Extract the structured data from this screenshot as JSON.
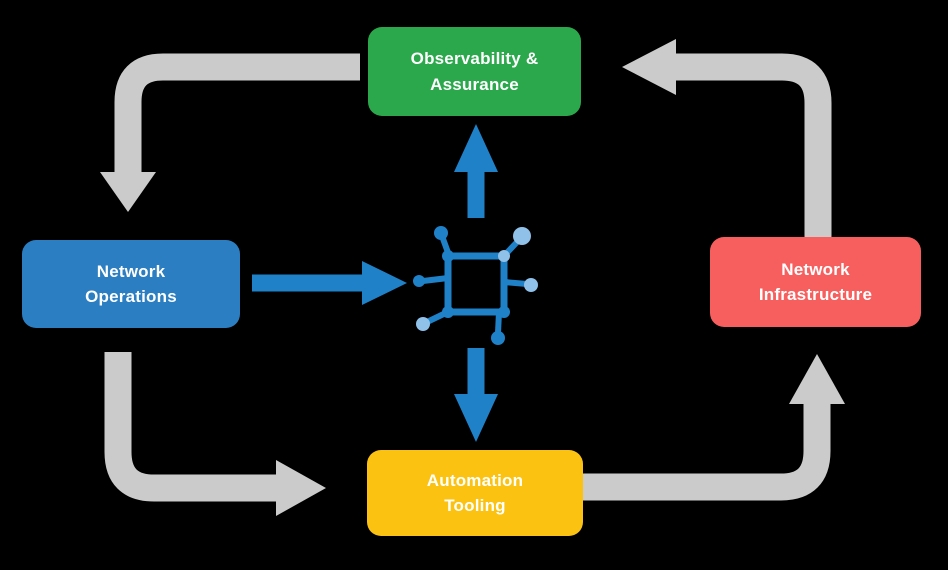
{
  "diagram": {
    "background": "#000000",
    "text_color": "#FFFFFF",
    "nodes": {
      "observability": {
        "label": "Observability &\nAssurance",
        "color": "#2BA84B"
      },
      "operations": {
        "label": "Network\nOperations",
        "color": "#2B7EC1"
      },
      "infrastructure": {
        "label": "Network\nInfrastructure",
        "color": "#F75F5F"
      },
      "automation": {
        "label": "Automation\nTooling",
        "color": "#FCC212"
      }
    },
    "arrows": {
      "flow_color": "#CBCBCB",
      "data_color": "#1F82C9"
    },
    "icon": {
      "name": "network-topology-icon",
      "dark": "#1F82C9",
      "light": "#8FC1E9"
    }
  }
}
